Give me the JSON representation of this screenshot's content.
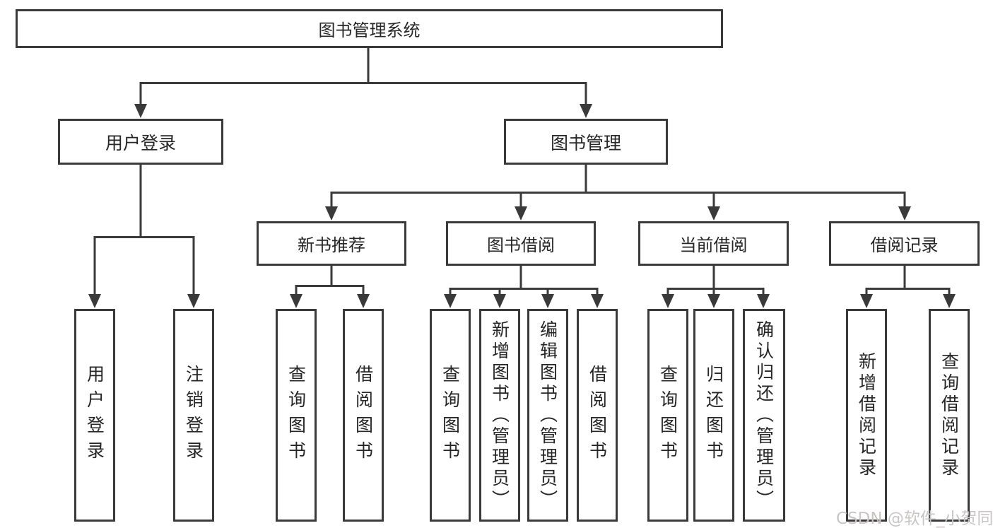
{
  "tree": {
    "root": "图书管理系统",
    "branches": [
      {
        "label": "用户登录",
        "leaves": [
          "用户登录",
          "注销登录"
        ]
      },
      {
        "label": "图书管理",
        "groups": [
          {
            "label": "新书推荐",
            "leaves": [
              "查询图书",
              "借阅图书"
            ]
          },
          {
            "label": "图书借阅",
            "leaves": [
              "查询图书",
              "新增图书（管理员）",
              "编辑图书（管理员）",
              "借阅图书"
            ]
          },
          {
            "label": "当前借阅",
            "leaves": [
              "查询图书",
              "归还图书",
              "确认归还（管理员）"
            ]
          },
          {
            "label": "借阅记录",
            "leaves": [
              "新增借阅记录",
              "查询借阅记录"
            ]
          }
        ]
      }
    ]
  },
  "watermark": {
    "text": "CSDN @软件_小贺同学",
    "color": "#c9c5c5"
  },
  "colors": {
    "line": "#3a3a3a",
    "text": "#262626",
    "background": "#ffffff"
  }
}
